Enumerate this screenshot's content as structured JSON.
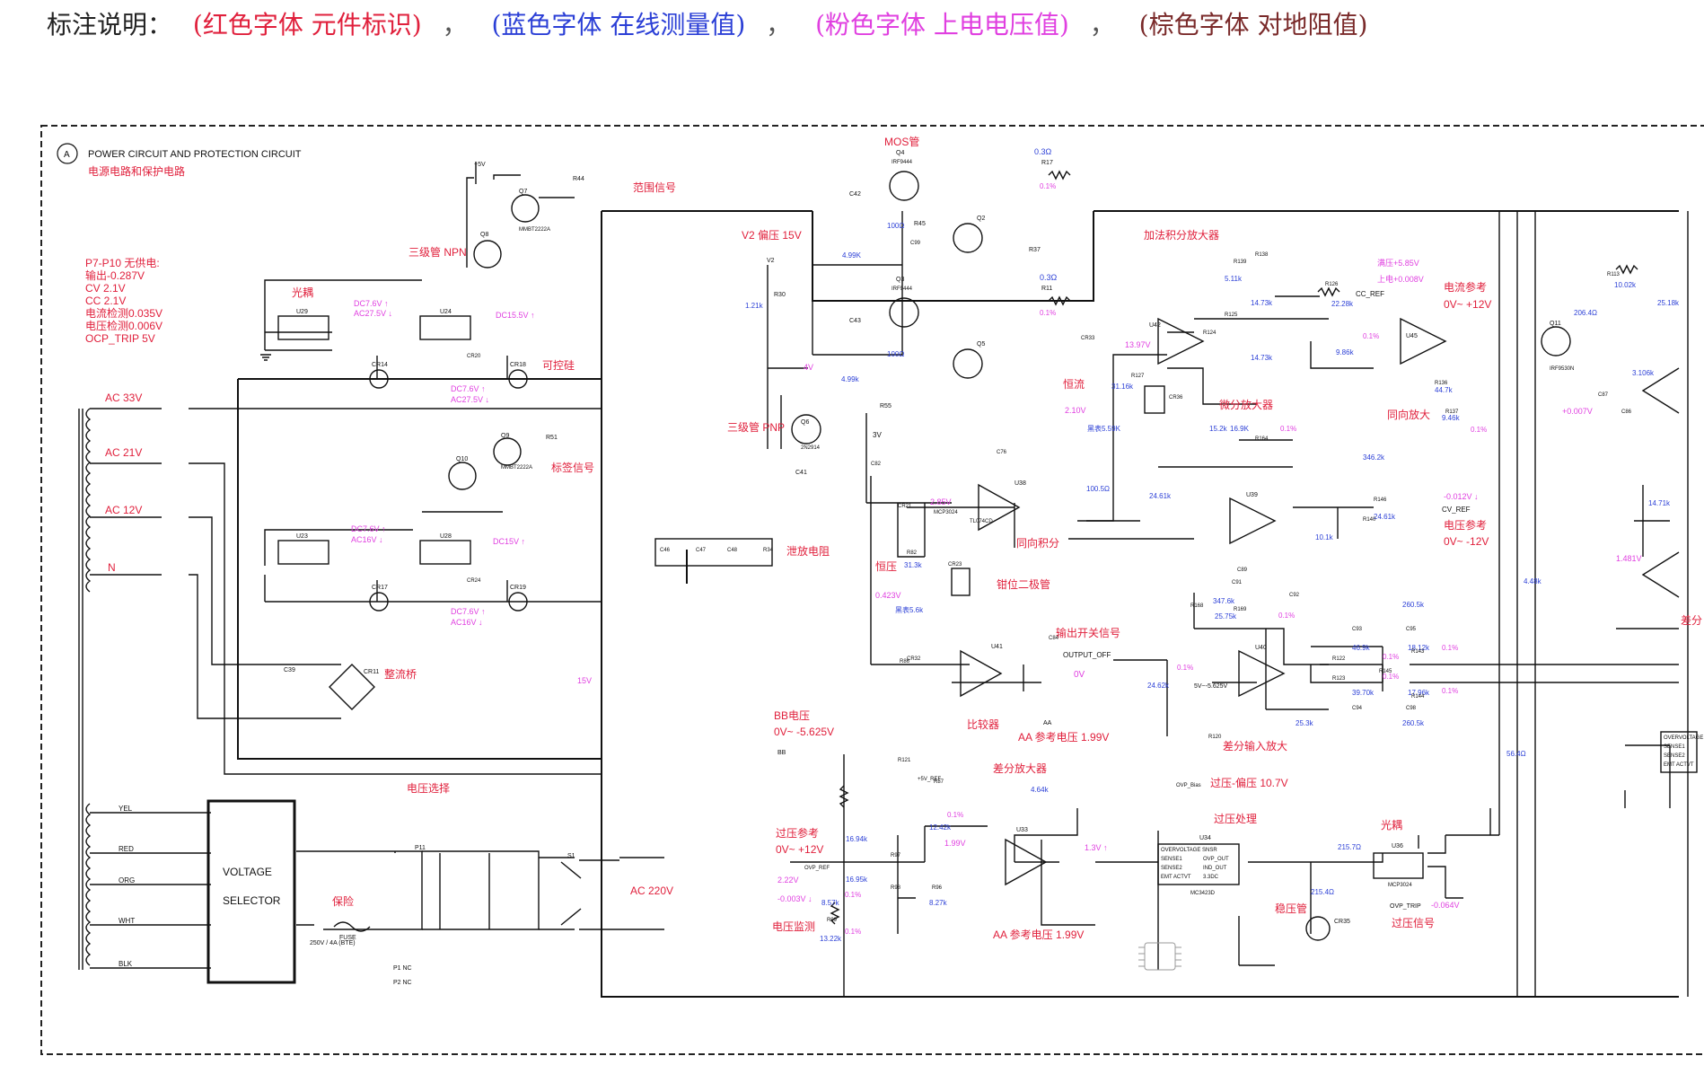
{
  "legend": {
    "title": "标注说明：",
    "red": "(红色字体 元件标识)",
    "blue": "(蓝色字体 在线测量值)",
    "pink": "(粉色字体 上电电压值)",
    "brown": "(棕色字体 对地阻值)",
    "sep": "，",
    "colors": {
      "red": "#e0203c",
      "blue": "#2b3fd6",
      "pink": "#e040e0",
      "brown": "#7a2a2a"
    }
  },
  "frame": {
    "marker": "A",
    "title": "POWER CIRCUIT AND PROTECTION CIRCUIT",
    "subtitle": "电源电路和保护电路"
  },
  "notes": [
    "P7-P10 无供电:",
    "输出-0.287V",
    "CV 2.1V",
    "CC 2.1V",
    "电流检测0.035V",
    "电压检测0.006V",
    "OCP_TRIP 5V"
  ],
  "ac_inputs": [
    "AC 33V",
    "AC 21V",
    "AC 12V",
    "N"
  ],
  "wire_labels": [
    "YEL",
    "RED",
    "ORG",
    "WHT",
    "BLK"
  ],
  "selector": {
    "line1": "VOLTAGE",
    "line2": "SELECTOR"
  },
  "red_labels": {
    "npn": "三级管 NPN",
    "optocoupler": "光耦",
    "range_signal": "范围信号",
    "scr": "可控硅",
    "label_signal": "标签信号",
    "bleeder": "泄放电阻",
    "rectifier": "整流桥",
    "voltage_select": "电压选择",
    "fuse": "保险",
    "ac220": "AC 220V",
    "mos": "MOS管",
    "v2_bias": "V2 偏压 15V",
    "pnp": "三级管 PNP",
    "adder": "加法积分放大器",
    "current_ref": "电流参考",
    "current_ref_range": "0V~ +12V",
    "noninv_amp": "同向放大",
    "const_current": "恒流",
    "differential_amp": "微分放大器",
    "voltage_ref": "电压参考",
    "voltage_ref_range": "0V~ -12V",
    "integrator": "同向积分",
    "const_voltage": "恒压",
    "clamp_diode": "钳位二极管",
    "output_switch": "输出开关信号",
    "comparator": "比较器",
    "aa_ref1": "AA 参考电压 1.99V",
    "diff_input_amp": "差分输入放大",
    "bb_voltage": "BB电压",
    "bb_range": "0V~ -5.625V",
    "diff_amp": "差分放大器",
    "ovp_bias": "过压-偏压 10.7V",
    "ovp_process": "过压处理",
    "ovp_ref": "过压参考",
    "ovp_ref_range": "0V~ +12V",
    "v_monitor": "电压监测",
    "aa_ref2": "AA 参考电压 1.99V",
    "zener": "稳压管",
    "ovp_signal": "过压信号",
    "optocoupler2": "光耦",
    "diff_edge": "差分"
  },
  "pink_values": [
    "DC7.6V ↑",
    "AC27.5V ↓",
    "DC15.5V ↑",
    "DC7.6V ↑",
    "AC27.5V ↓",
    "DC7.6V ↑",
    "AC16V ↓",
    "DC15V ↑",
    "DC7.6V ↑",
    "AC16V ↓",
    "15V",
    "0.1%",
    "0.1%",
    "0.1%",
    "0.1%",
    "0.1%",
    "0.1%",
    "0.1%",
    "0.1%",
    "0.1%",
    "0.1%",
    "0.1%",
    "0.1%",
    "0.1%",
    "4V",
    "3V",
    "2.85V",
    "2.10V",
    "0.423V",
    "0V",
    "1.99V",
    "1.3V ↑",
    "-0.012V ↓",
    "满压+5.85V",
    "上电+0.008V",
    "-0.003V ↓",
    "2.22V",
    "+0.007V",
    "1.481V",
    "0.1%"
  ],
  "blue_values": [
    "0.3Ω",
    "100Ω",
    "100Ω",
    "4.99K",
    "4.99k",
    "1.21k",
    "0.3Ω",
    "5.11k",
    "14.73k",
    "14.73k",
    "13.97V",
    "31.16k",
    "黑表5.59K",
    "22.28k",
    "9.86k",
    "44.7k",
    "9.46k",
    "15.2k",
    "16.9K",
    "346.2k",
    "24.61k",
    "10.1k",
    "100.5Ω",
    "24.61k",
    "31.3k",
    "黑表5.6k",
    "347.6k",
    "25.75k",
    "24.62k",
    "46.9k",
    "39.70k",
    "18.12k",
    "17.96k",
    "260.5k",
    "260.5k",
    "25.3k",
    "16.94k",
    "16.95k",
    "12.42k",
    "8.57k",
    "13.22k",
    "8.27k",
    "4.64k",
    "215.7Ω",
    "215.4Ω",
    "-0.064V",
    "206.4Ω",
    "10.02k",
    "25.18k",
    "3.106k",
    "14.71k",
    "4.48k",
    "56.4Ω",
    "5V~-5.625V"
  ],
  "black_text": [
    "+5V",
    "Q7",
    "Q8",
    "MMBT2222A",
    "R44",
    "U29",
    "U24",
    "U23",
    "U28",
    "CR14",
    "CR18",
    "CR17",
    "CR19",
    "Q9",
    "Q10",
    "MMBT2222A",
    "R51",
    "C39",
    "C41",
    "CR11",
    "FUSE",
    "250V / 4A (BTE)",
    "S1",
    "P11",
    "P1 NC",
    "P2 NC",
    "Q4",
    "IRF9444",
    "Q3",
    "IRF9444",
    "R17",
    "R11",
    "C42",
    "C43",
    "Q2",
    "Q5",
    "R37",
    "V2",
    "R30",
    "R45",
    "R55",
    "Q6",
    "2N2914",
    "U42",
    "U45",
    "U38",
    "U39",
    "U41",
    "U40",
    "U33",
    "U34",
    "OVERVOLTAGE SNSR",
    "SENSE1",
    "OVP_OUT",
    "SENSE2",
    "IND_OUT",
    "EMT ACTVT",
    "3.3DC",
    "MC3423D",
    "U36",
    "MCP3024",
    "CR35",
    "OUTPUT_OFF",
    "CC_REF",
    "CV_REF",
    "OVP_REF",
    "OVP_TRIP",
    "OVP_Bias",
    "+5V_REF",
    "BB",
    "AA",
    "TL074CD",
    "Q11",
    "IRF9530N",
    "R113",
    "C46",
    "C47",
    "C48",
    "R34",
    "R82",
    "R86",
    "R87",
    "R96",
    "R97",
    "R98",
    "R99",
    "R120",
    "R121",
    "R122",
    "R123",
    "R124",
    "R125",
    "R126",
    "R127",
    "R136",
    "R137",
    "R138",
    "R139",
    "R140",
    "R143",
    "R144",
    "R145",
    "R146",
    "R164",
    "R168",
    "R169",
    "CR21",
    "CR23",
    "CR32",
    "CR33",
    "CR36",
    "C76",
    "C82",
    "C84",
    "C86",
    "C87",
    "C89",
    "C91",
    "C92",
    "C93",
    "C94",
    "C95",
    "C98",
    "C99",
    "OVERVOLTAGE",
    "SENSE1",
    "SENSE2",
    "EMT ACTVT",
    "MCP3024",
    "CR24",
    "CR20"
  ]
}
